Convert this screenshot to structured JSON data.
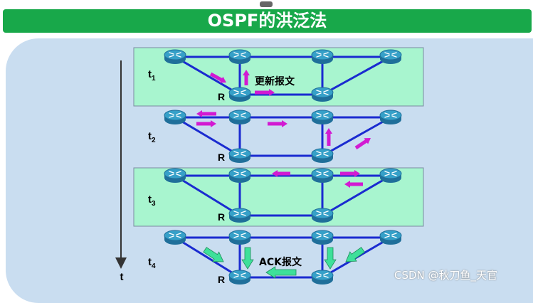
{
  "title": "OSPF的洪泛法",
  "axis_label": "t",
  "steps": [
    {
      "label": "t",
      "sub": "1",
      "router_label": "R",
      "annotation": "更新报文",
      "highlight": true
    },
    {
      "label": "t",
      "sub": "2",
      "router_label": "R",
      "annotation": "",
      "highlight": false
    },
    {
      "label": "t",
      "sub": "3",
      "router_label": "R",
      "annotation": "",
      "highlight": true
    },
    {
      "label": "t",
      "sub": "4",
      "router_label": "R",
      "annotation": "ACK报文",
      "highlight": false
    }
  ],
  "watermark": "CSDN @秋刀鱼_天官",
  "colors": {
    "title_bg": "#18a84a",
    "panel_bg": "#c9ddf0",
    "step_bg": "#a8f5cf",
    "link": "#1a2bd0",
    "update_arrow": "#d21ad2",
    "ack_arrow": "#3ee09a",
    "router": "#36a0c8"
  },
  "icons": {
    "router": "router-icon"
  }
}
